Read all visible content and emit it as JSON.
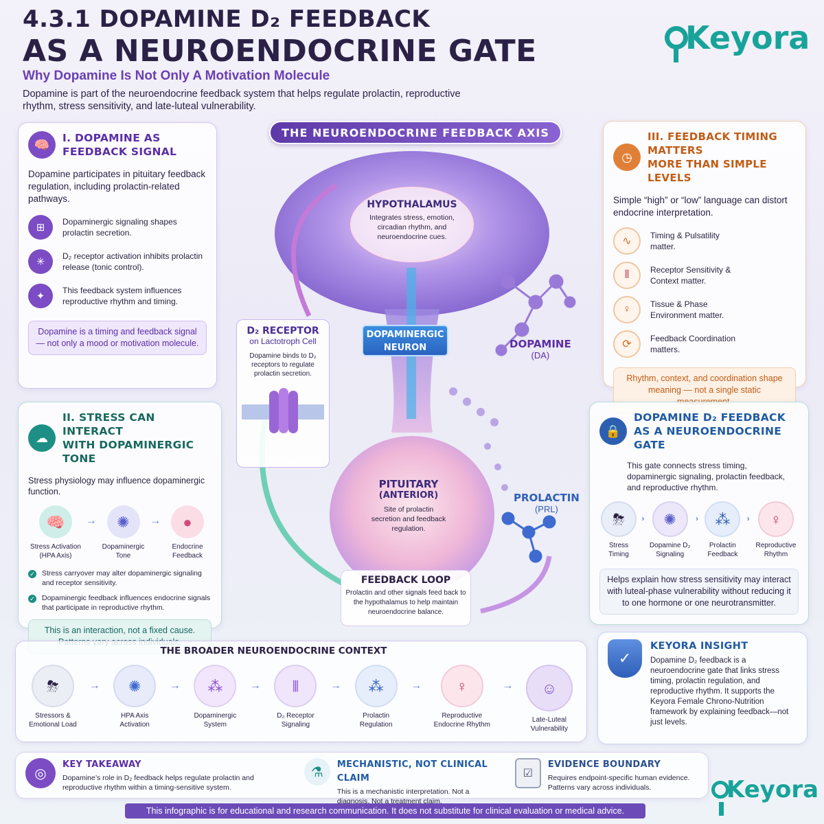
{
  "header": {
    "title_line1": "4.3.1 DOPAMINE D₂ FEEDBACK",
    "title_line2": "AS A NEUROENDOCRINE GATE",
    "subtitle": "Why Dopamine Is Not Only A Motivation Molecule",
    "lead": "Dopamine is part of the neuroendocrine feedback system that helps regulate prolactin, reproductive rhythm, stress sensitivity, and late-luteal vulnerability.",
    "logo": "Keyora"
  },
  "panel1": {
    "title_line1": "I. DOPAMINE AS",
    "title_line2": "FEEDBACK SIGNAL",
    "intro": "Dopamine participates in pituitary feedback regulation, including prolactin-related pathways.",
    "items": [
      "Dopaminergic signaling shapes prolactin secretion.",
      "D₂ receptor activation inhibits prolactin release (tonic control).",
      "This feedback system influences reproductive rhythm and timing."
    ],
    "note": "Dopamine is a timing and feedback signal — not only a mood or motivation molecule."
  },
  "panel2": {
    "title_line1": "II. STRESS CAN INTERACT",
    "title_line2": "WITH DOPAMINERGIC TONE",
    "intro": "Stress physiology may influence dopaminergic function.",
    "flow": [
      "Stress Activation (HPA Axis)",
      "Dopaminergic Tone",
      "Endocrine Feedback"
    ],
    "checks": [
      "Stress carryover may alter dopaminergic signaling and receptor sensitivity.",
      "Dopaminergic feedback influences endocrine signals that participate in reproductive rhythm."
    ],
    "note": "This is an interaction, not a fixed cause. Patterns vary across individuals."
  },
  "center": {
    "banner": "THE NEUROENDOCRINE FEEDBACK AXIS",
    "hypothalamus_title": "HYPOTHALAMUS",
    "hypothalamus_text": "Integrates stress, emotion, circadian rhythm, and neuroendocrine cues.",
    "neuron_line1": "DOPAMINERGIC",
    "neuron_line2": "NEURON",
    "d2_title": "D₂ RECEPTOR",
    "d2_sub": "on Lactotroph Cell",
    "d2_text": "Dopamine binds to D₂ receptors to regulate prolactin secretion.",
    "dopamine_label": "DOPAMINE",
    "dopamine_abbr": "(DA)",
    "prolactin_label": "PROLACTIN",
    "prolactin_abbr": "(PRL)",
    "pituitary_title": "PITUITARY",
    "pituitary_sub": "(ANTERIOR)",
    "pituitary_text": "Site of prolactin secretion and feedback regulation.",
    "loop_title": "FEEDBACK LOOP",
    "loop_text": "Prolactin and other signals feed back to the hypothalamus to help maintain neuroendocrine balance."
  },
  "panel3": {
    "title_line1": "III. FEEDBACK TIMING MATTERS",
    "title_line2": "MORE THAN SIMPLE LEVELS",
    "intro": "Simple “high” or “low” language can distort endocrine interpretation.",
    "items": [
      "Timing & Pulsatility matter.",
      "Receptor Sensitivity & Context matter.",
      "Tissue & Phase Environment matter.",
      "Feedback Coordination matters."
    ],
    "note": "Rhythm, context, and coordination shape meaning — not a single static measurement."
  },
  "panel4": {
    "title_line1": "DOPAMINE D₂ FEEDBACK",
    "title_line2": "AS A NEUROENDOCRINE GATE",
    "intro": "This gate connects stress timing, dopaminergic signaling, prolactin feedback, and reproductive rhythm.",
    "flow": [
      "Stress Timing",
      "Dopamine D₂ Signaling",
      "Prolactin Feedback",
      "Reproductive Rhythm"
    ],
    "note": "Helps explain how stress sensitivity may interact with luteal-phase vulnerability without reducing it to one hormone or one neurotransmitter."
  },
  "context": {
    "title": "THE BROADER NEUROENDOCRINE CONTEXT",
    "flow": [
      "Stressors & Emotional Load",
      "HPA Axis Activation",
      "Dopaminergic System",
      "D₂ Receptor Signaling",
      "Prolactin Regulation",
      "Reproductive Endocrine Rhythm",
      "Late-Luteal Vulnerability"
    ]
  },
  "insight": {
    "title": "KEYORA INSIGHT",
    "text": "Dopamine D₂ feedback is a neuroendocrine gate that links stress timing, prolactin regulation, and reproductive rhythm. It supports the Keyora Female Chrono-Nutrition framework by explaining feedback—not just levels."
  },
  "footer": {
    "takeaway_title": "KEY TAKEAWAY",
    "takeaway_text": "Dopamine’s role in D₂ feedback helps regulate prolactin and reproductive rhythm within a timing-sensitive system.",
    "mech_title": "MECHANISTIC, NOT CLINICAL CLAIM",
    "mech_text": "This is a mechanistic interpretation. Not a diagnosis. Not a treatment claim.",
    "evidence_title": "EVIDENCE BOUNDARY",
    "evidence_text": "Requires endpoint-specific human evidence. Patterns vary across individuals.",
    "disclaimer": "This infographic is for educational and research communication. It does not substitute for clinical evaluation or medical advice.",
    "logo": "Keyora"
  },
  "colors": {
    "purple": "#6a3fb3",
    "teal": "#1d8f84",
    "orange": "#c8621b",
    "blue": "#2f6fc0"
  }
}
